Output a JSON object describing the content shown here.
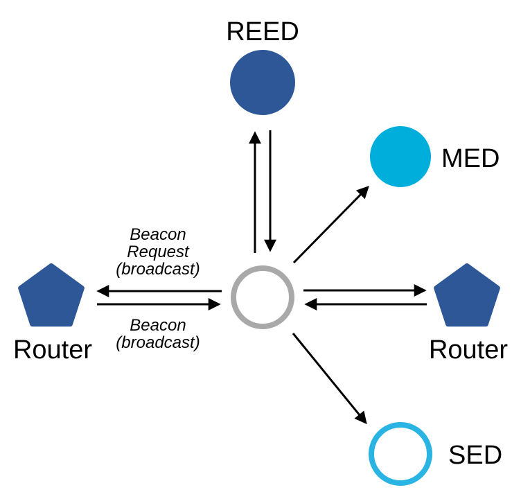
{
  "diagram": {
    "description": "Network joining diagram with a joining device in the center exchanging beacons with routers and end devices",
    "nodes": {
      "reed": {
        "label": "REED"
      },
      "med": {
        "label": "MED"
      },
      "sed": {
        "label": "SED"
      },
      "router_left": {
        "label": "Router"
      },
      "router_right": {
        "label": "Router"
      },
      "joiner": {
        "label": ""
      }
    },
    "annotations": {
      "beacon_request": {
        "line1": "Beacon",
        "line2": "Request",
        "line3": "(broadcast)"
      },
      "beacon": {
        "line1": "Beacon",
        "line2": "(broadcast)"
      }
    },
    "colors": {
      "dark_blue": "#2D5797",
      "med_cyan": "#00AEDC",
      "sed_cyan": "#2AB4E4",
      "joiner_gray": "#A9A9A9",
      "arrow": "#000000",
      "text": "#000000"
    }
  }
}
